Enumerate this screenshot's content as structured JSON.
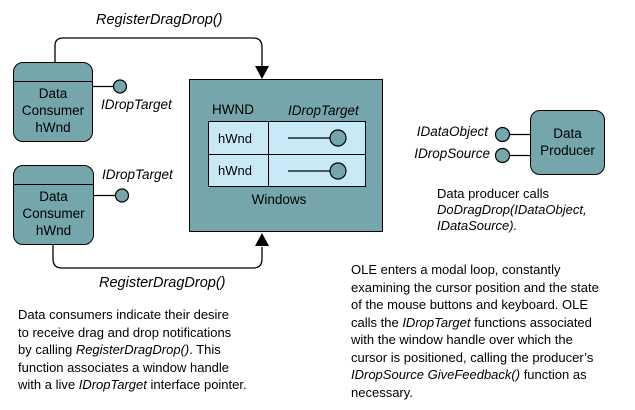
{
  "colors": {
    "box_fill": "#74A6AB",
    "cell_fill": "#C8EAF6",
    "line_color": "#000000",
    "bg": "#FFFFFF"
  },
  "arrows": {
    "top_label": "RegisterDragDrop()",
    "bottom_label": "RegisterDragDrop()"
  },
  "interfaces": {
    "drop_target": "IDropTarget",
    "data_object": "IDataObject",
    "drop_source": "IDropSource"
  },
  "consumer_box": {
    "lines": [
      "Data",
      "Consumer",
      "hWnd"
    ]
  },
  "producer_box": {
    "lines": [
      "Data",
      "Producer"
    ]
  },
  "windows_box": {
    "header_hwnd": "HWND",
    "header_interface": "IDropTarget",
    "rows": [
      {
        "handle": "hWnd"
      },
      {
        "handle": "hWnd"
      }
    ],
    "caption": "Windows"
  },
  "producer_caption": {
    "lines": [
      {
        "s0": "Data producer calls"
      },
      {
        "s1": "DoDragDrop(IDataObject,"
      },
      {
        "s1": "IDataSource)."
      }
    ]
  },
  "left_paragraph": {
    "lines": [
      {
        "s0": "Data consumers indicate their desire"
      },
      {
        "s0": "to receive drag and drop notifications"
      },
      {
        "s0": "by calling ",
        "s1": "RegisterDragDrop()",
        "s2": ". This"
      },
      {
        "s0": "function associates a window handle"
      },
      {
        "s0": "with a live ",
        "s1": "IDropTarget",
        "s2": " interface pointer."
      }
    ]
  },
  "right_paragraph": {
    "lines": [
      {
        "s0": "OLE enters a modal loop, constantly"
      },
      {
        "s0": "examining the cursor position and the state"
      },
      {
        "s0": "of the mouse buttons and keyboard. OLE"
      },
      {
        "s0": "calls the ",
        "s1": "IDropTarget",
        "s2": " functions associated"
      },
      {
        "s0": "with the window handle over which the"
      },
      {
        "s0": "cursor is positioned, calling the producer’s"
      },
      {
        "s1": "IDropSource GiveFeedback()",
        "s2": " function as"
      },
      {
        "s0": "necessary."
      }
    ]
  }
}
